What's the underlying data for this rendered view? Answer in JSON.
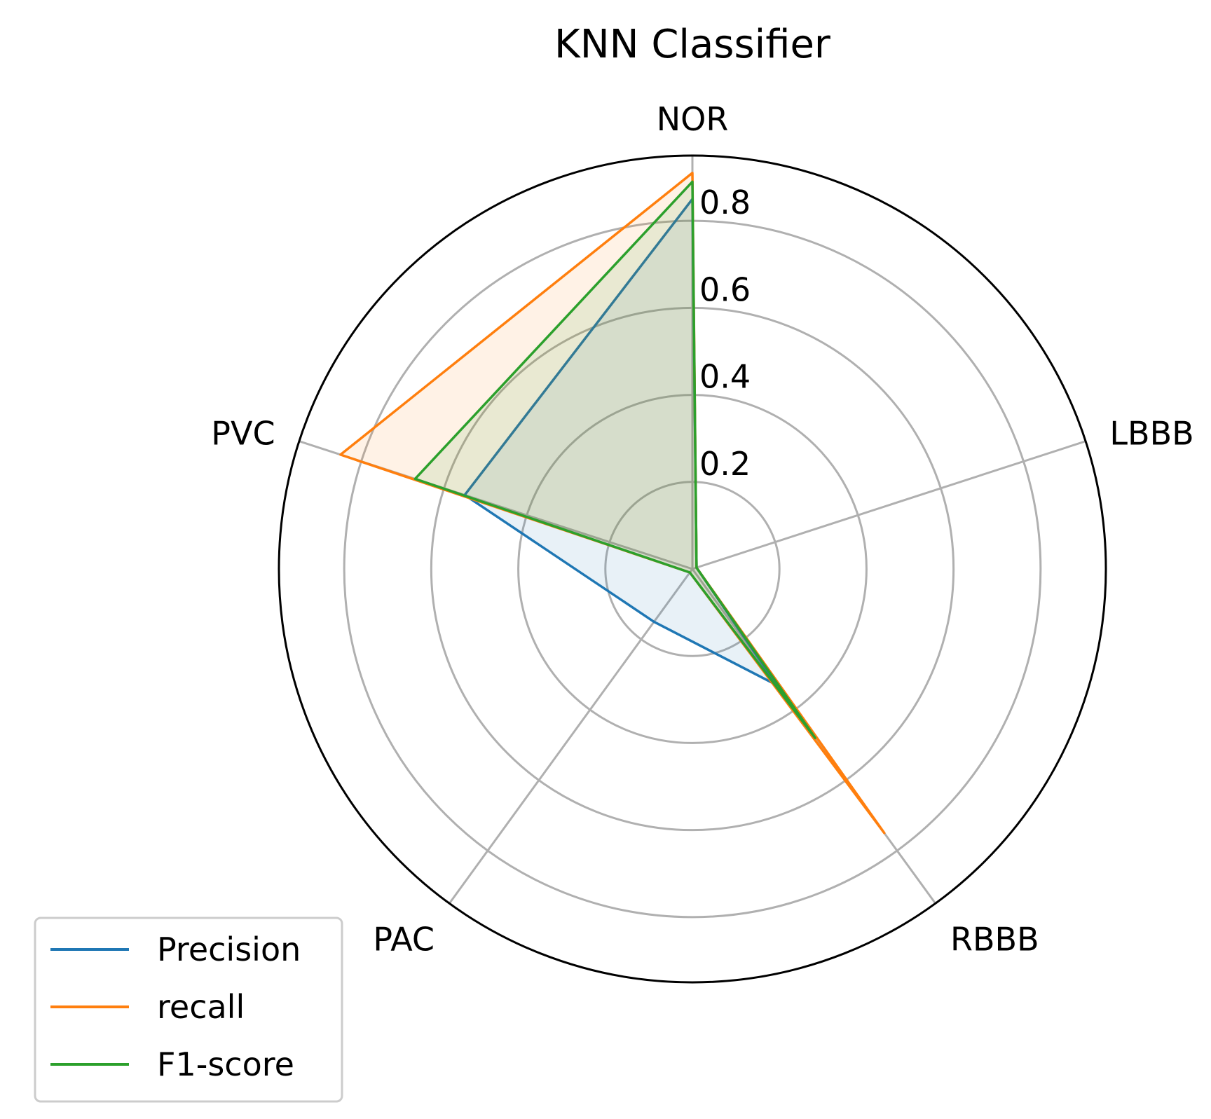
{
  "chart_data": {
    "type": "radar",
    "title": "KNN Classifier",
    "categories": [
      "NOR",
      "LBBB",
      "RBBB",
      "PAC",
      "PVC"
    ],
    "radial_ticks": [
      0.2,
      0.4,
      0.6,
      0.8
    ],
    "radial_tick_labels": [
      "0.2",
      "0.4",
      "0.6",
      "0.8"
    ],
    "rlim": [
      0,
      0.95
    ],
    "grid": true,
    "legend_position": "lower-left",
    "series": [
      {
        "name": "Precision",
        "color": "#1f77b4",
        "values": [
          0.85,
          0.01,
          0.33,
          0.15,
          0.55
        ]
      },
      {
        "name": "recall",
        "color": "#ff7f0e",
        "values": [
          0.91,
          0.01,
          0.75,
          0.01,
          0.85
        ]
      },
      {
        "name": "F1-score",
        "color": "#2ca02c",
        "values": [
          0.89,
          0.01,
          0.48,
          0.01,
          0.67
        ]
      }
    ]
  }
}
